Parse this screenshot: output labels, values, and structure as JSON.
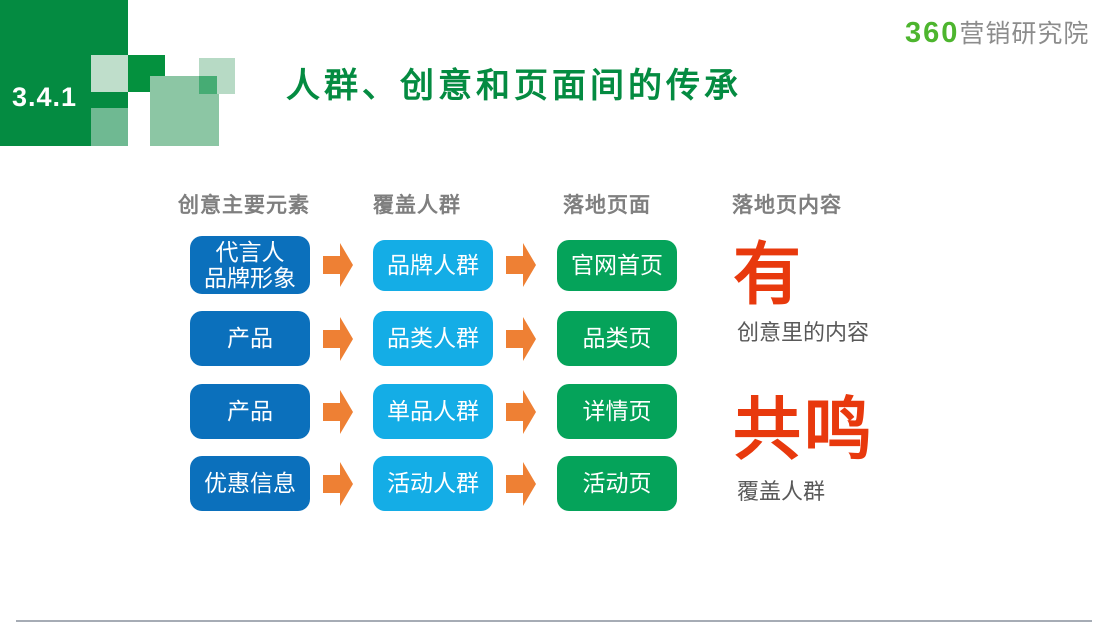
{
  "slide": {
    "section_number": "3.4.1",
    "title": "人群、创意和页面间的传承",
    "logo": {
      "brand": "360",
      "name": "营销研究院"
    },
    "column_headers": [
      {
        "label": "创意主要元素"
      },
      {
        "label": "覆盖人群"
      },
      {
        "label": "落地页面"
      },
      {
        "label": "落地页内容"
      }
    ],
    "rows": [
      {
        "creative": "代言人\n品牌形象",
        "audience": "品牌人群",
        "page": "官网首页"
      },
      {
        "creative": "产品",
        "audience": "品类人群",
        "page": "品类页"
      },
      {
        "creative": "产品",
        "audience": "单品人群",
        "page": "详情页"
      },
      {
        "creative": "优惠信息",
        "audience": "活动人群",
        "page": "活动页"
      }
    ],
    "emphasis": [
      {
        "keyword": "有",
        "caption": "创意里的内容"
      },
      {
        "keyword": "共鸣",
        "caption": "覆盖人群"
      }
    ],
    "colors": {
      "brand_green": "#048B41",
      "logo_green": "#4DB52E",
      "creative_blue": "#0B70BC",
      "audience_cyan": "#14ADE6",
      "page_green": "#05A35A",
      "arrow_orange": "#EE8034",
      "emphasis_red": "#E8390D",
      "header_gray": "#7F7F7F",
      "caption_gray": "#595959"
    }
  }
}
